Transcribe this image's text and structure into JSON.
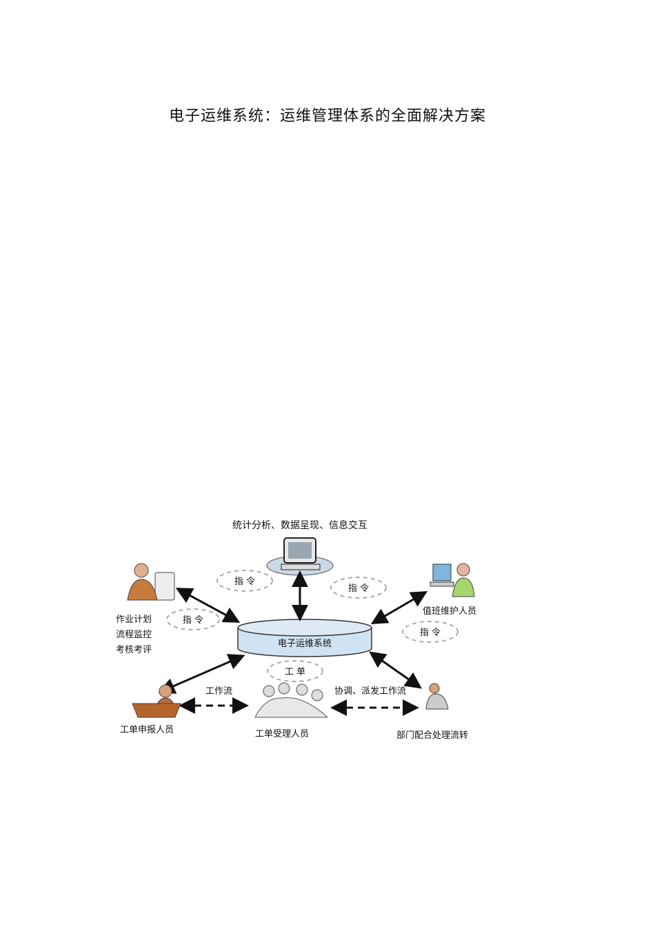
{
  "title": "电子运维系统：运维管理体系的全面解决方案",
  "lines": [
    "",
    "",
    "",
    "",
    "",
    "",
    "",
    "",
    "",
    "",
    "",
    ""
  ],
  "line7_segments": [
    "",
    "",
    "",
    "",
    ""
  ],
  "diagram": {
    "top_label": "统计分析、数据呈现、信息交互",
    "center_label": "电子运维系统",
    "cmd_left": "指 令",
    "cmd_top_left": "指 令",
    "cmd_top_right": "指 令",
    "cmd_right": "指 令",
    "workorder": "工 单",
    "left_label_1": "作业计划",
    "left_label_2": "流程监控",
    "left_label_3": "考核考评",
    "right_label": "值班维护人员",
    "workflow_label": "工作流",
    "coordinate_label": "协调、派发工作流",
    "reporter_label": "工单申报人员",
    "acceptor_label": "工单受理人员",
    "dept_label": "部门配合处理流转"
  }
}
